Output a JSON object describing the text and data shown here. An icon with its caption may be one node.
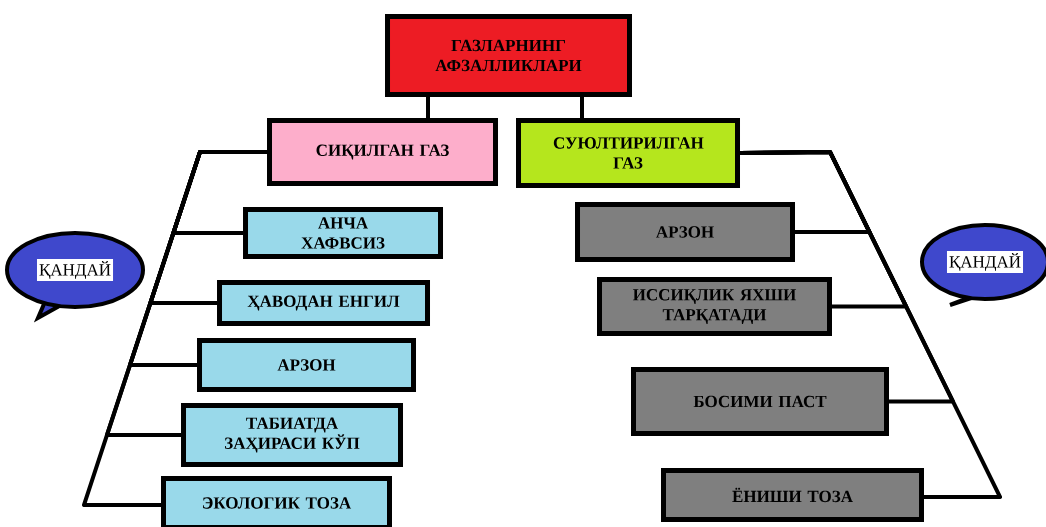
{
  "diagram": {
    "nodes": [
      {
        "text": [
          "ГАЗЛАРНИНГ АФЗАЛЛИКЛАРИ"
        ]
      },
      {
        "text": [
          "СИҚИЛГАН ГАЗ"
        ]
      },
      {
        "text": [
          "СУЮЛТИРИЛГАН ГАЗ"
        ]
      },
      {
        "text": [
          "АНЧА ХАФВСИЗ"
        ]
      },
      {
        "text": [
          "ҲАВОДАН ЕНГИЛ"
        ]
      },
      {
        "text": [
          "АРЗОН"
        ]
      },
      {
        "text": [
          "ТАБИАТДА ЗАҲИРАСИ КЎП"
        ]
      },
      {
        "text": [
          "ЭКОЛОГИК ТОЗА"
        ]
      },
      {
        "text": [
          "АРЗОН"
        ]
      },
      {
        "text": [
          "ИССИҚЛИК ЯХШИ ТАРҚАТАДИ"
        ]
      },
      {
        "text": [
          "БОСИМИ ПАСТ"
        ]
      },
      {
        "text": [
          "ЁНИШИ ТОЗА"
        ]
      },
      {
        "text": [
          "ҚАНДАЙ"
        ]
      },
      {
        "text": [
          "ҚАНДАЙ"
        ]
      }
    ],
    "edges": [
      {
        "from": 0,
        "to": 1,
        "arrow": "none"
      },
      {
        "from": 0,
        "to": 2,
        "arrow": "none"
      },
      {
        "from": 1,
        "to": 3,
        "arrow": "none"
      },
      {
        "from": 1,
        "to": 4,
        "arrow": "none"
      },
      {
        "from": 1,
        "to": 5,
        "arrow": "none"
      },
      {
        "from": 1,
        "to": 6,
        "arrow": "none"
      },
      {
        "from": 1,
        "to": 7,
        "arrow": "none"
      },
      {
        "from": 2,
        "to": 8,
        "arrow": "none"
      },
      {
        "from": 2,
        "to": 9,
        "arrow": "none"
      },
      {
        "from": 2,
        "to": 10,
        "arrow": "none"
      },
      {
        "from": 2,
        "to": 11,
        "arrow": "none"
      }
    ]
  }
}
